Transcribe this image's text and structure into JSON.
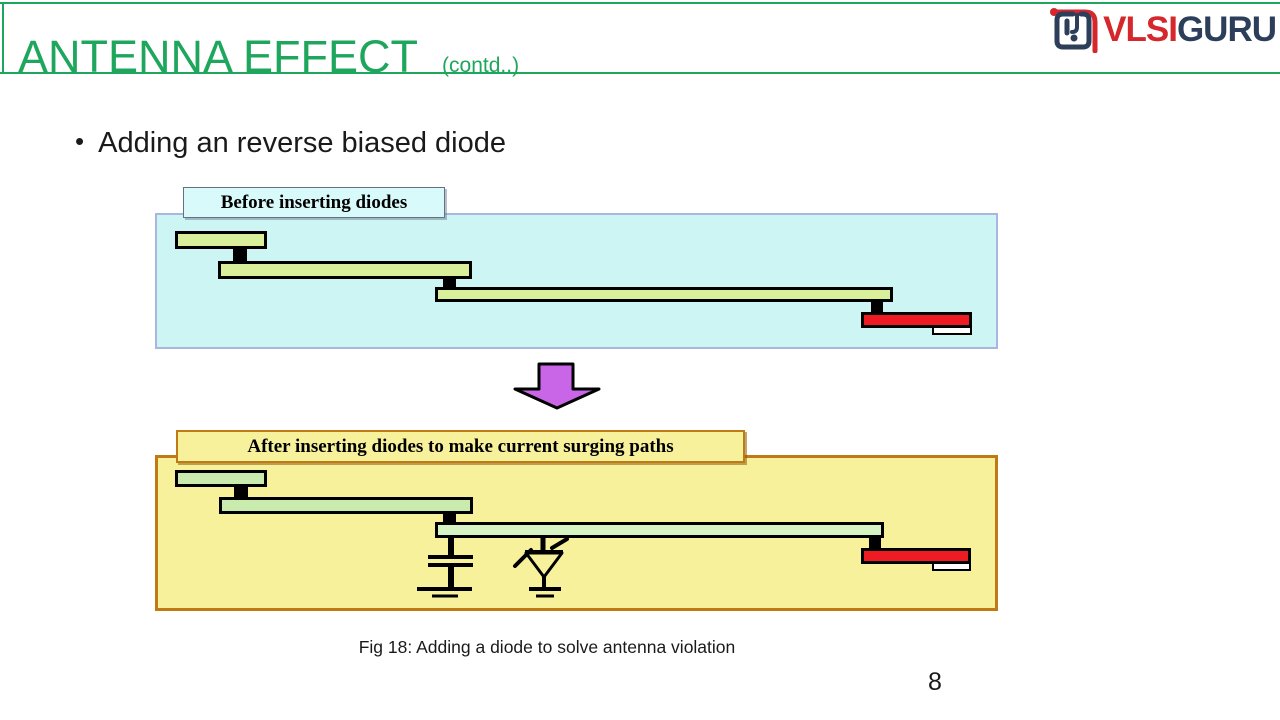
{
  "header": {
    "title": "ANTENNA EFFECT",
    "title_suffix": "(contd..)"
  },
  "logo": {
    "brand_primary": "VLSI",
    "brand_secondary": "GURU"
  },
  "content": {
    "bullet_marker": "•",
    "bullet": "Adding an reverse biased diode",
    "caption": "Fig 18: Adding a diode to solve antenna violation",
    "page_number": "8"
  },
  "figure": {
    "before_panel": {
      "label": "Before inserting diodes"
    },
    "after_panel": {
      "label": "After inserting diodes to make current surging paths"
    }
  },
  "colors": {
    "accent_green": "#1ea75c",
    "logo_red": "#d5272c",
    "logo_navy": "#2c3e5a",
    "before_bg": "#cdf5f3",
    "before_border": "#aab6e0",
    "before_label_bg": "#d9fafa",
    "after_bg": "#f8f19b",
    "after_border": "#bf7a16",
    "metal_before": "#d9ef99",
    "metal_after": "#c9ecae",
    "metal_after_light": "#d6f3c4",
    "violation_red": "#ee1b22",
    "arrow_purple": "#c966e8",
    "text_black": "#1a1a1a"
  }
}
